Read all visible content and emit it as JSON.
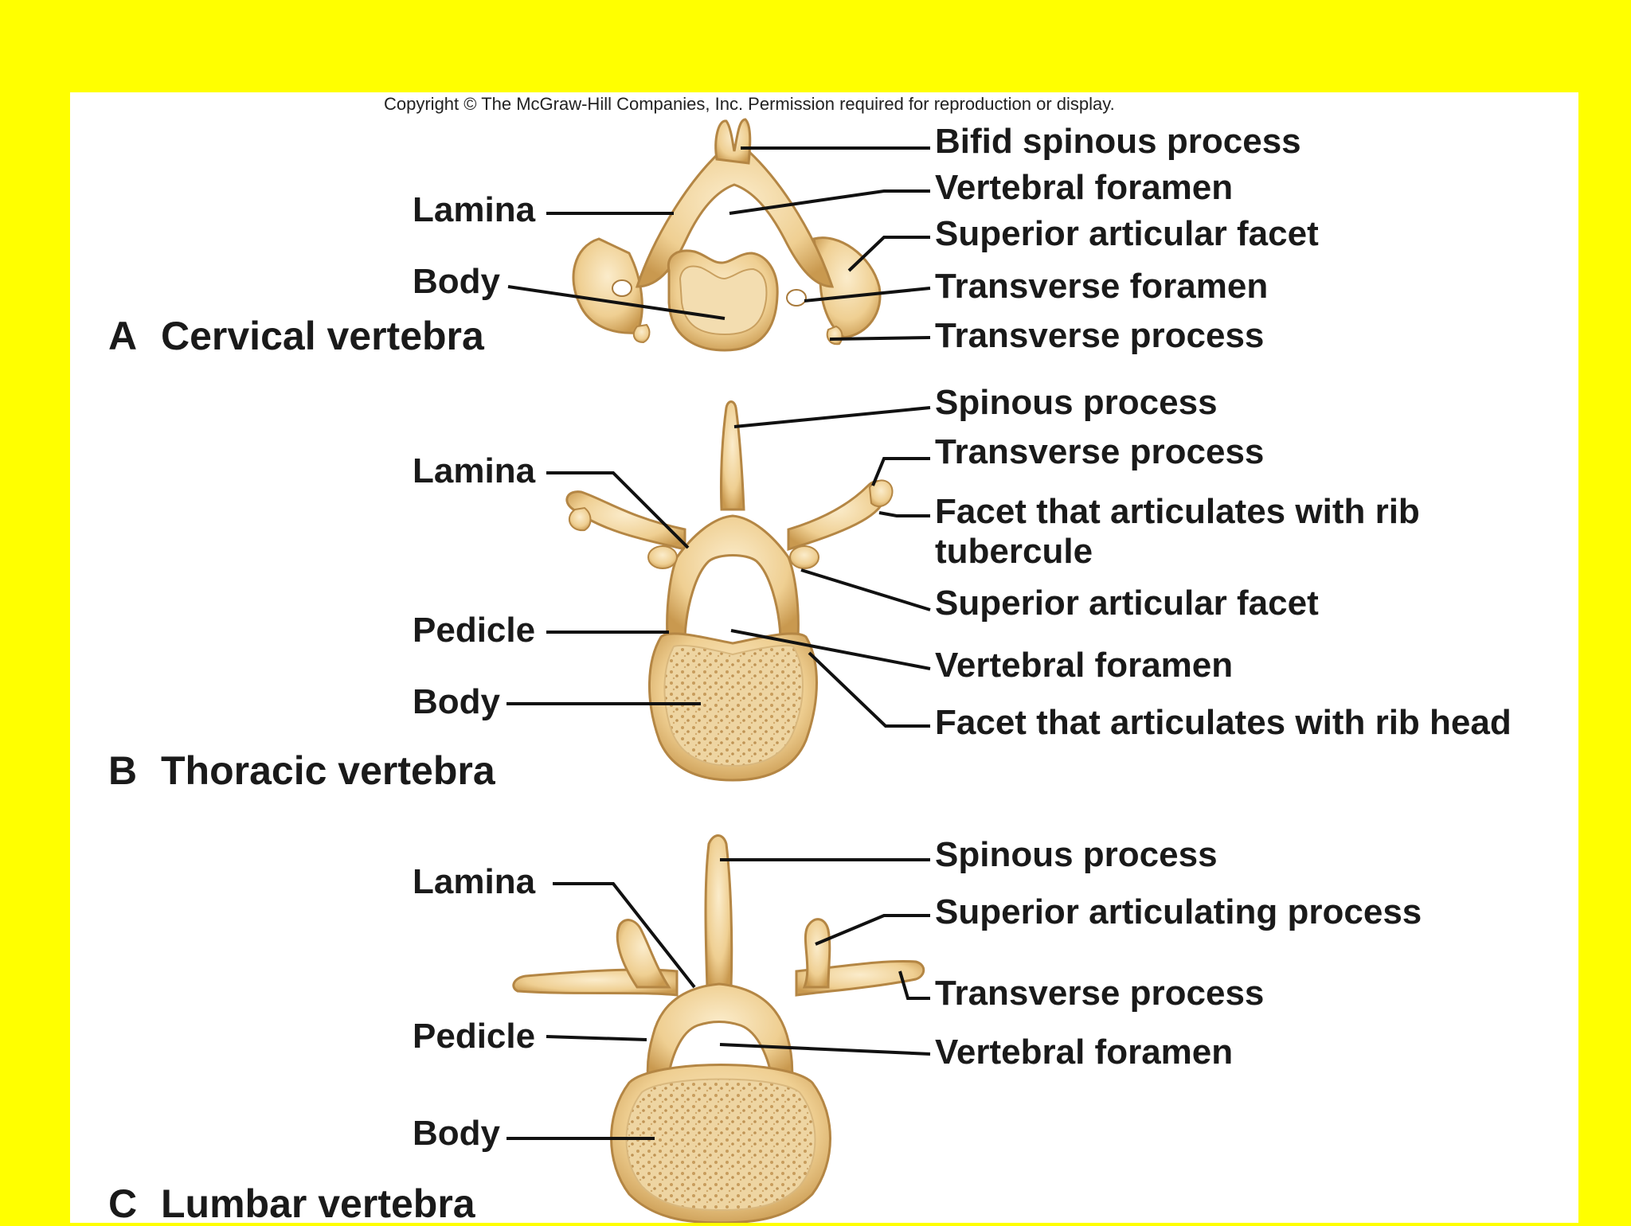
{
  "copyright": "Copyright © The McGraw-Hill Companies, Inc. Permission required for reproduction or display.",
  "colors": {
    "background": "#ffff00",
    "panel": "#ffffff",
    "bone": "#f0d49a",
    "bone_dark": "#c89a55",
    "spongy": "#e8c890",
    "leader": "#111111"
  },
  "sections": {
    "cervical": {
      "letter": "A",
      "title": "Cervical vertebra",
      "labels": {
        "lamina": "Lamina",
        "body": "Body",
        "bifid_spinous_process": "Bifid spinous process",
        "vertebral_foramen": "Vertebral foramen",
        "superior_articular_facet": "Superior articular facet",
        "transverse_foramen": "Transverse foramen",
        "transverse_process": "Transverse process"
      }
    },
    "thoracic": {
      "letter": "B",
      "title": "Thoracic vertebra",
      "labels": {
        "lamina": "Lamina",
        "pedicle": "Pedicle",
        "body": "Body",
        "spinous_process": "Spinous process",
        "transverse_process": "Transverse process",
        "facet_rib_tubercule_line1": "Facet that articulates with rib",
        "facet_rib_tubercule_line2": "tubercule",
        "superior_articular_facet": "Superior articular facet",
        "vertebral_foramen": "Vertebral foramen",
        "facet_rib_head": "Facet that articulates with rib head"
      }
    },
    "lumbar": {
      "letter": "C",
      "title": "Lumbar vertebra",
      "labels": {
        "lamina": "Lamina",
        "pedicle": "Pedicle",
        "body": "Body",
        "spinous_process": "Spinous process",
        "superior_articulating_process": "Superior articulating process",
        "transverse_process": "Transverse process",
        "vertebral_foramen": "Vertebral foramen"
      }
    }
  }
}
